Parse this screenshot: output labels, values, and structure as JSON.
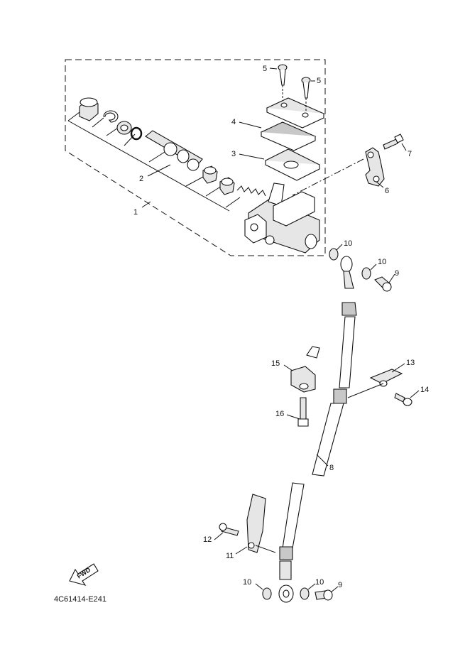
{
  "diagram": {
    "code": "4C61414-E241",
    "fwd_label": "FWD",
    "parts": [
      {
        "id": "p1",
        "label": "1"
      },
      {
        "id": "p2",
        "label": "2"
      },
      {
        "id": "p3",
        "label": "3"
      },
      {
        "id": "p4",
        "label": "4"
      },
      {
        "id": "p5a",
        "label": "5"
      },
      {
        "id": "p5b",
        "label": "5"
      },
      {
        "id": "p6",
        "label": "6"
      },
      {
        "id": "p7",
        "label": "7"
      },
      {
        "id": "p8",
        "label": "8"
      },
      {
        "id": "p9a",
        "label": "9"
      },
      {
        "id": "p9b",
        "label": "9"
      },
      {
        "id": "p10a",
        "label": "10"
      },
      {
        "id": "p10b",
        "label": "10"
      },
      {
        "id": "p10c",
        "label": "10"
      },
      {
        "id": "p10d",
        "label": "10"
      },
      {
        "id": "p11",
        "label": "11"
      },
      {
        "id": "p12",
        "label": "12"
      },
      {
        "id": "p13",
        "label": "13"
      },
      {
        "id": "p14",
        "label": "14"
      },
      {
        "id": "p15",
        "label": "15"
      },
      {
        "id": "p16",
        "label": "16"
      }
    ]
  }
}
